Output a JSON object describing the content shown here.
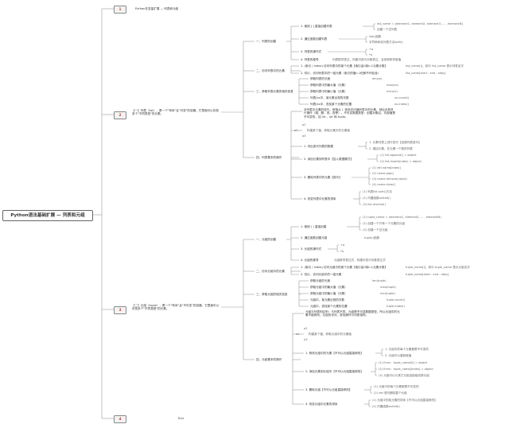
{
  "root": {
    "label": "Python语法基础扩展 — 列表和元组"
  },
  "tags": [
    "1",
    "2",
    "3",
    "4"
  ],
  "top_note": "Python在变量扩展 — 列表和元组",
  "bottom_note": "End",
  "list": {
    "intro": "【一】列表（list），是一个\"有序\"且\"可变\"的容器，它里面可以存放多个\"不同类型\"的元素。",
    "s1": {
      "title": "一、列表的创建",
      "i1": "1. 使用 [ ] 直接创建列表",
      "i1a": "list_name = [element1, element2, element3, ... , elementN]",
      "i1b": "创建一个空列表",
      "i2": "2. 通过函数创建列表",
      "i2a": "list()函数",
      "i2b": "字符串转化列表方法split()",
      "i3": "3. 列表的操作式",
      "i3a": "+a",
      "i3b": "*a",
      "i4": "4. 列表的推导",
      "i4a": "列表推导表达，构建可迭代对象表达，且依照条件取值"
    },
    "s2": {
      "title": "二、访问列表中的元素",
      "i1": "1. (索引 / index) 访问列表中的某个元素【索引由0到n-1元素计数】",
      "i1a": "list_name[i]，其中 list_name 表示列表名字",
      "i2": "2. 切片，访问列表中的一组元素（索引的值n-1但即不列包含）",
      "i2a": "list_name[start : end : step]"
    },
    "s3": {
      "title": "三、获取列表元素的相关信息",
      "i1": "获取列表的长度",
      "i1a": "len(xx)",
      "i2": "获取列表中的最大值（元素）",
      "i2a": "max(xx)",
      "i3": "获取列表中的最小值（元素）",
      "i3a": "min(xx)",
      "i4": "列表/xx中，某元素出现的次数",
      "i4a": "xx.count()",
      "i5": "列表/xx中，查找某个元素的位置",
      "i5a": "xx.index()"
    },
    "s4": {
      "title": "四、列表基本的操作",
      "note": "对列表中元素的迭代，即指从 ）依序访问遍列表中的元素，然后对其进行操作（增、删、改、查等）。不可变数据类型：创建对象后，内部值是不可变的，如 int 、str 和 tuple。",
      "i0a": "a2",
      "i0b": "a1",
      "i0c": "构建某个值，获取元素中的元素值",
      "i0d": "a3",
      "i1": "1. 列出迭代列表的数据",
      "i1a": "1. 元素列表上进行迭代【加增列表迭代】",
      "i1b": "2. 增加元素，在元素一个新的列表",
      "i2": "2. 添加元素到列表中【加入数据模式】",
      "i2a": "(1) list.append() = object",
      "i2b": "(2) list.insert(index) = object",
      "i3": "3. 删除列表中的元素【迭代】",
      "i3a": "(1) del name[index]",
      "i3b": "(2) name.pop()",
      "i3c": "(3) name.remove(value)",
      "i3d": "(4) name.clear()",
      "i4": "4. 改变列表中元素的排序",
      "i4a": "(1) 列表list.sort()方法",
      "i4b": "(2) 内置函数sorted()",
      "i4c": "(3) list.reverse()"
    }
  },
  "tuple": {
    "intro": "【二】元组（tuple），是一个\"有序\"且\"不可变\"的容器，它里面可以存放多个\"不同类型\"的元素。",
    "s1": {
      "title": "一、元组的创建",
      "i1": "1. 使用 ( ) 直接创建",
      "i1a": "(1) tuple_name = (element1, element2, ... , elementN)",
      "i1b": "(2) 创建一个只有一个元素的元组",
      "i1c": "(3) 创建一个空元组",
      "i2": "2. 通过函数创建元组",
      "i2a": "tuple()函数",
      "i3": "3. 元组的操作式",
      "i3a": "+a",
      "i3b": "*a",
      "i4": "4. 元组的推导",
      "i4a": "元组推导表达式、构建可迭代对象表达式"
    },
    "s2": {
      "title": "二、访问元组中的元素",
      "i1": "1. (索引 / index) 访问元组中的某个元素【索引由0到n-1元素计数】",
      "i1a": "tuple_name[i]，其中 tuple_name 表示元组名字",
      "i2": "2. 切片，访问元组中的一组元素",
      "i2a": "tuple_name[start : end : step]"
    },
    "s3": {
      "title": "三、获取元组的相关信息",
      "i1": "获取元组的长度",
      "i1a": "len(tuple)",
      "i2": "获取元组中的最大值（元素）",
      "i2a": "max(tuple)",
      "i3": "获取元组中的最小值（元素）",
      "i3a": "min(tuple)",
      "i4": "元组中，某元素出现的次数",
      "i4a": "tuple.count()",
      "i5": "元组中，查找某个元素的位置",
      "i5a": "tuple.index()"
    },
    "s4": {
      "title": "四、元组基本的操作",
      "note": "元组与列表的区别：与列表不同，元组是不可变数据类型，所以元组中的元素不能修改。元组的访问、查找操作与列表相同。",
      "i0a": "a2",
      "i0b": "a1",
      "i0c": "构建某个值，获取元组中的元素值",
      "i0d": "a3",
      "i1": "1. 修改元组中的元素【不可以元组直接修改】",
      "i1a": "1. 元组中的每个元素都是不可变的",
      "i1b": "2. 元组可以重新赋值",
      "i2": "2. 添加元素到元组中【不可以元组直接修改】",
      "i2a": "(1) Error：tuple_name[0] = object",
      "i2b": "(2) Error：tuple_name[index] = object",
      "i2c": "(3) 元组可以与其它元组连接组成新元组",
      "i3": "3. 删除元组【不可以元组直接修改】",
      "i3a": "(1) 元组中的每个元素都是不可变的",
      "i3b": "(2) del 语句删除整个元组",
      "i4": "4. 改变元组中元素的排序",
      "i4a": "(1) 元组中的各元素的排序【不可以元组直接修改】",
      "i4b": "(2) 内置函数sorted()"
    }
  }
}
